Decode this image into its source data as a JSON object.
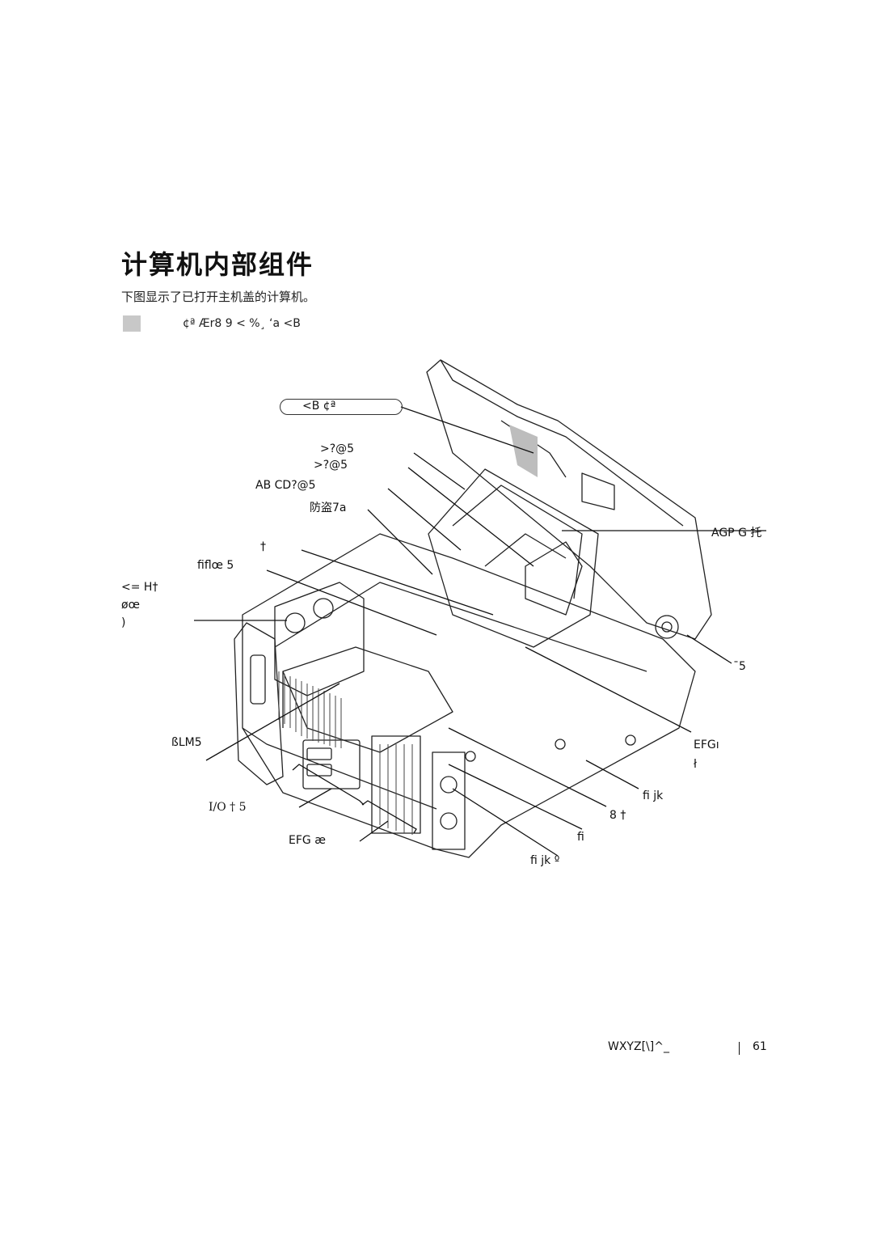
{
  "heading": "计算机内部组件",
  "intro": "下图显示了已打开主机盖的计算机。",
  "caution": {
    "text": "¢ª Ær8 9 < %¸ ‘a <B"
  },
  "callouts": {
    "cover_label": "<B ¢ª",
    "drive1": ">?@5",
    "drive2": ">?@5",
    "drive3": "AB CD?@5",
    "lock": "防盗7a",
    "dagger": "†",
    "floppy": "fiflœ 5",
    "psu_a": "<= H†",
    "psu_b": "øœ",
    "psu_c": ")",
    "fan": "ßLM5",
    "io": "I/O † 5",
    "pci": "EFG æ",
    "agp": "AGP G 托",
    "speaker": "¯5",
    "efg_a": "EFGı",
    "efg_b": "ł",
    "fijk": "fi jk",
    "eight": "8 †",
    "fi": "fi",
    "fijk2": "fi jk º"
  },
  "footer": {
    "left": "WXYZ[\\]^_",
    "page": "61"
  }
}
